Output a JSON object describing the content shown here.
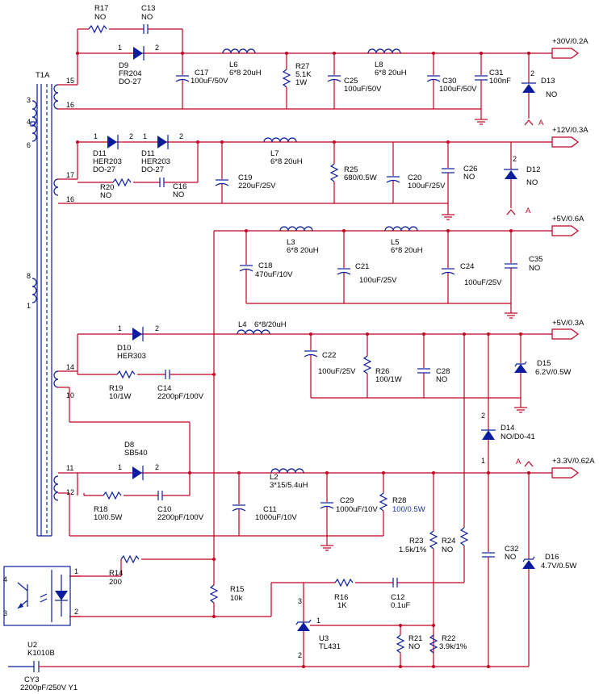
{
  "outputs": {
    "v30": "+30V/0.2A",
    "v12": "+12V/0.3A",
    "v5a": "+5V/0.6A",
    "v5b": "+5V/0.3A",
    "v33": "+3.3V/0.62A"
  },
  "transformer": {
    "ref": "T1A",
    "pins": [
      "3",
      "4",
      "6",
      "15",
      "16",
      "17",
      "16",
      "8",
      "1",
      "14",
      "10",
      "11",
      "12"
    ]
  },
  "components": {
    "R17": {
      "ref": "R17",
      "val": "NO"
    },
    "C13": {
      "ref": "C13",
      "val": "NO"
    },
    "D9": {
      "ref": "D9",
      "val": "FR204",
      "pkg": "DO-27"
    },
    "C17": {
      "ref": "C17",
      "val": "100uF/50V"
    },
    "L6": {
      "ref": "L6",
      "val": "6*8  20uH"
    },
    "R27": {
      "ref": "R27",
      "val": "5.1K",
      "val2": "1W"
    },
    "C25": {
      "ref": "C25",
      "val": "100uF/50V"
    },
    "L8": {
      "ref": "L8",
      "val": "6*8  20uH"
    },
    "C30": {
      "ref": "C30",
      "val": "100uF/50V"
    },
    "C31": {
      "ref": "C31",
      "val": "100nF"
    },
    "D13": {
      "ref": "D13",
      "val": "NO"
    },
    "D11a": {
      "ref": "D11",
      "val": "HER203",
      "pkg": "DO-27"
    },
    "D11b": {
      "ref": "D11",
      "val": "HER203",
      "pkg": "DO-27"
    },
    "R20": {
      "ref": "R20",
      "val": "NO"
    },
    "C16": {
      "ref": "C16",
      "val": "NO"
    },
    "C19": {
      "ref": "C19",
      "val": "220uF/25V"
    },
    "L7": {
      "ref": "L7",
      "val": "6*8  20uH"
    },
    "R25": {
      "ref": "R25",
      "val": "680/0.5W"
    },
    "C20": {
      "ref": "C20",
      "val": "100uF/25V"
    },
    "C26": {
      "ref": "C26",
      "val": "NO"
    },
    "D12": {
      "ref": "D12",
      "val": "NO"
    },
    "L3": {
      "ref": "L3",
      "val": "6*8  20uH"
    },
    "L5": {
      "ref": "L5",
      "val": "6*8  20uH"
    },
    "C18": {
      "ref": "C18",
      "val": "470uF/10V"
    },
    "C21": {
      "ref": "C21",
      "val": "100uF/25V"
    },
    "C24": {
      "ref": "C24",
      "val": "100uF/25V"
    },
    "C35": {
      "ref": "C35",
      "val": "NO"
    },
    "D10": {
      "ref": "D10",
      "val": "HER303"
    },
    "L4": {
      "ref": "L4",
      "val": "6*8/20uH"
    },
    "R19": {
      "ref": "R19",
      "val": "10/1W"
    },
    "C14": {
      "ref": "C14",
      "val": "2200pF/100V"
    },
    "C22": {
      "ref": "C22",
      "val": "100uF/25V"
    },
    "R26": {
      "ref": "R26",
      "val": "100/1W"
    },
    "C28": {
      "ref": "C28",
      "val": "NO"
    },
    "D15": {
      "ref": "D15",
      "val": "6.2V/0.5W"
    },
    "D14": {
      "ref": "D14",
      "val": "NO/D0-41"
    },
    "D8": {
      "ref": "D8",
      "val": "SB540"
    },
    "L2": {
      "ref": "L2",
      "val": "3*15/5.4uH"
    },
    "R18": {
      "ref": "R18",
      "val": "10/0.5W"
    },
    "C10": {
      "ref": "C10",
      "val": "2200pF/100V"
    },
    "C11": {
      "ref": "C11",
      "val": "1000uF/10V"
    },
    "C29": {
      "ref": "C29",
      "val": "1000uF/10V"
    },
    "R28": {
      "ref": "R28",
      "val": "100/0.5W"
    },
    "R23": {
      "ref": "R23",
      "val": "1.5k/1%"
    },
    "R24": {
      "ref": "R24",
      "val": "NO"
    },
    "C32": {
      "ref": "C32",
      "val": "NO"
    },
    "D16": {
      "ref": "D16",
      "val": "4.7V/0.5W"
    },
    "R14": {
      "ref": "R14",
      "val": "200"
    },
    "R15": {
      "ref": "R15",
      "val": "10k"
    },
    "R16": {
      "ref": "R16",
      "val": "1K"
    },
    "C12": {
      "ref": "C12",
      "val": "0.1uF"
    },
    "U3": {
      "ref": "U3",
      "val": "TL431"
    },
    "R21": {
      "ref": "R21",
      "val": "NO"
    },
    "R22": {
      "ref": "R22",
      "val": "3.9k/1%"
    },
    "U2": {
      "ref": "U2",
      "val": "K1010B"
    },
    "CY3": {
      "ref": "CY3",
      "val": "2200pF/250V Y1"
    }
  },
  "labels": {
    "A": "A",
    "pin1": "1",
    "pin2": "2",
    "pin3": "3",
    "pin4": "4"
  }
}
